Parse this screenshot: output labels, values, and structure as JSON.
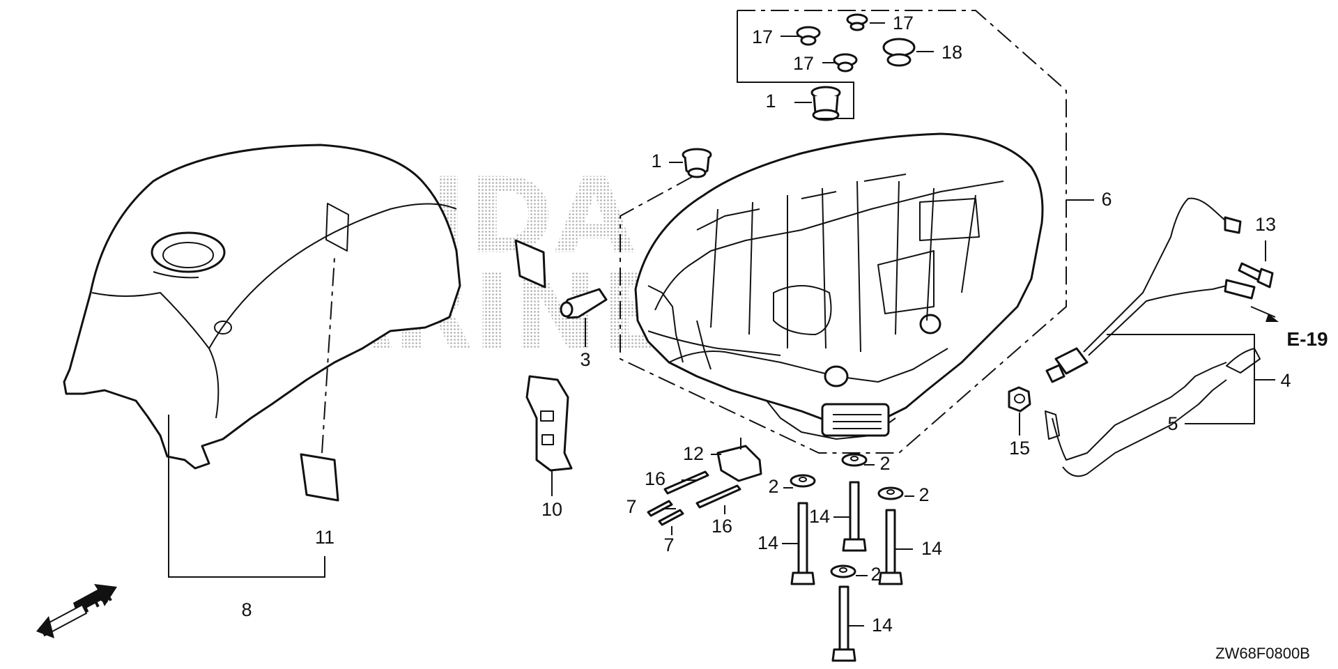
{
  "diagram": {
    "diagram_code": "ZW68F0800B",
    "watermark": {
      "line1": "HONDA",
      "line2": "MARINE"
    },
    "direction_label": "FR.",
    "reference_label": "E-19",
    "callouts": [
      {
        "id": "c-1a",
        "label": "1"
      },
      {
        "id": "c-1b",
        "label": "1"
      },
      {
        "id": "c-2a",
        "label": "2"
      },
      {
        "id": "c-2b",
        "label": "2"
      },
      {
        "id": "c-2c",
        "label": "2"
      },
      {
        "id": "c-2d",
        "label": "2"
      },
      {
        "id": "c-3",
        "label": "3"
      },
      {
        "id": "c-4",
        "label": "4"
      },
      {
        "id": "c-5",
        "label": "5"
      },
      {
        "id": "c-6",
        "label": "6"
      },
      {
        "id": "c-7a",
        "label": "7"
      },
      {
        "id": "c-7b",
        "label": "7"
      },
      {
        "id": "c-8",
        "label": "8"
      },
      {
        "id": "c-10",
        "label": "10"
      },
      {
        "id": "c-11",
        "label": "11"
      },
      {
        "id": "c-12",
        "label": "12"
      },
      {
        "id": "c-13",
        "label": "13"
      },
      {
        "id": "c-14a",
        "label": "14"
      },
      {
        "id": "c-14b",
        "label": "14"
      },
      {
        "id": "c-14c",
        "label": "14"
      },
      {
        "id": "c-14d",
        "label": "14"
      },
      {
        "id": "c-15",
        "label": "15"
      },
      {
        "id": "c-16a",
        "label": "16"
      },
      {
        "id": "c-16b",
        "label": "16"
      },
      {
        "id": "c-17a",
        "label": "17"
      },
      {
        "id": "c-17b",
        "label": "17"
      },
      {
        "id": "c-17c",
        "label": "17"
      },
      {
        "id": "c-18",
        "label": "18"
      }
    ]
  }
}
